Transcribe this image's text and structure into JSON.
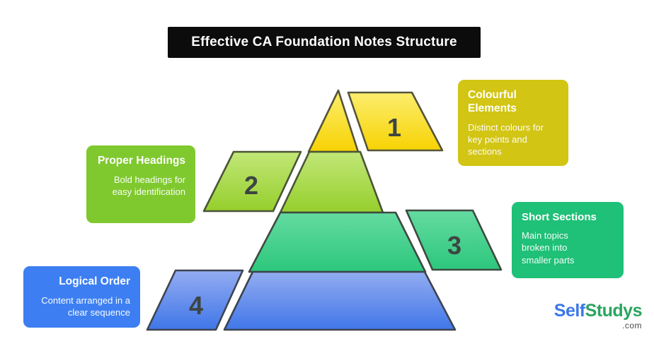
{
  "title": {
    "text": "Effective CA Foundation Notes Structure"
  },
  "pyramid": {
    "levels": [
      {
        "number": "1",
        "color_top": "#fcee6e",
        "color_bottom": "#f7d203",
        "stroke": "#55553b"
      },
      {
        "number": "2",
        "color_top": "#c2e778",
        "color_bottom": "#95cf2c",
        "stroke": "#4a5437"
      },
      {
        "number": "3",
        "color_top": "#65dba1",
        "color_bottom": "#2cc77c",
        "stroke": "#3c4a40"
      },
      {
        "number": "4",
        "color_top": "#93acf1",
        "color_bottom": "#4076e8",
        "stroke": "#3d4450"
      }
    ]
  },
  "callouts": [
    {
      "heading": "Colourful Elements",
      "body": "Distinct colours for key points and sections",
      "color": "#d2c513"
    },
    {
      "heading": "Proper Headings",
      "body": "Bold headings for easy identification",
      "color": "#7fc92e"
    },
    {
      "heading": "Short Sections",
      "body": "Main topics broken into smaller parts",
      "color": "#1fc077"
    },
    {
      "heading": "Logical Order",
      "body": "Content arranged in a clear sequence",
      "color": "#3d7ff2"
    }
  ],
  "brand": {
    "name_part1": "Self",
    "name_part2": "Studys",
    "suffix": ".com",
    "color_part1": "#3b78e8",
    "color_part2": "#2aa45f"
  }
}
